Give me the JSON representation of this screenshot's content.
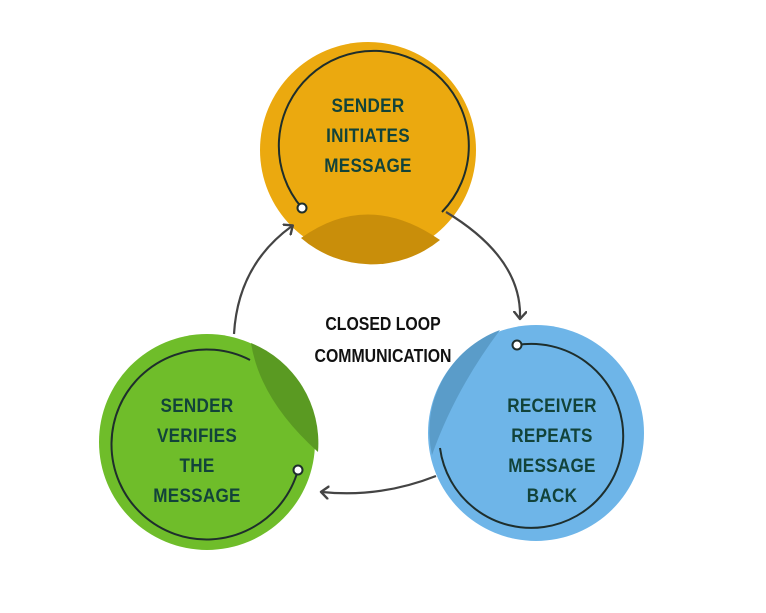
{
  "center_title": [
    "CLOSED LOOP",
    "COMMUNICATION"
  ],
  "nodes": [
    {
      "id": "sender-initiates",
      "lines": [
        "SENDER",
        "INITIATES",
        "MESSAGE"
      ],
      "color": "#eba90f",
      "accent": "#c98e0a"
    },
    {
      "id": "receiver-repeats",
      "lines": [
        "RECEIVER",
        "REPEATS",
        "MESSAGE",
        "BACK"
      ],
      "color": "#6eb5e8",
      "accent": "#5a9cc9"
    },
    {
      "id": "sender-verifies",
      "lines": [
        "SENDER",
        "VERIFIES",
        "THE",
        "MESSAGE"
      ],
      "color": "#6fbd2a",
      "accent": "#5a9a22"
    }
  ],
  "colors": {
    "label_text": "#12433a",
    "arrow": "#444444",
    "ring_line": "#1e2e2c"
  }
}
